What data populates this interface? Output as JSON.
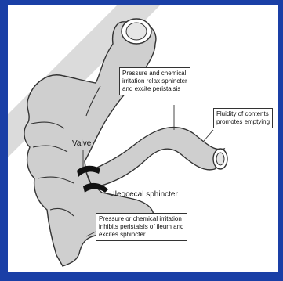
{
  "colors": {
    "frame": "#1a3fa6",
    "panel": "#ffffff",
    "tissue": "#cfcfcf",
    "outline": "#333333",
    "sphincter": "#111111"
  },
  "labels": {
    "callout_relax": "Pressure and chemical\nirritation relax sphincter\nand excite peristalsis",
    "callout_fluidity": "Fluidity of contents\npromotes emptying",
    "valve": "Valve",
    "ileocecal": "Ileocecal sphincter",
    "callout_inhibit": "Pressure or chemical irritation\ninhibits peristalsis of ileum and\nexcites sphincter"
  }
}
